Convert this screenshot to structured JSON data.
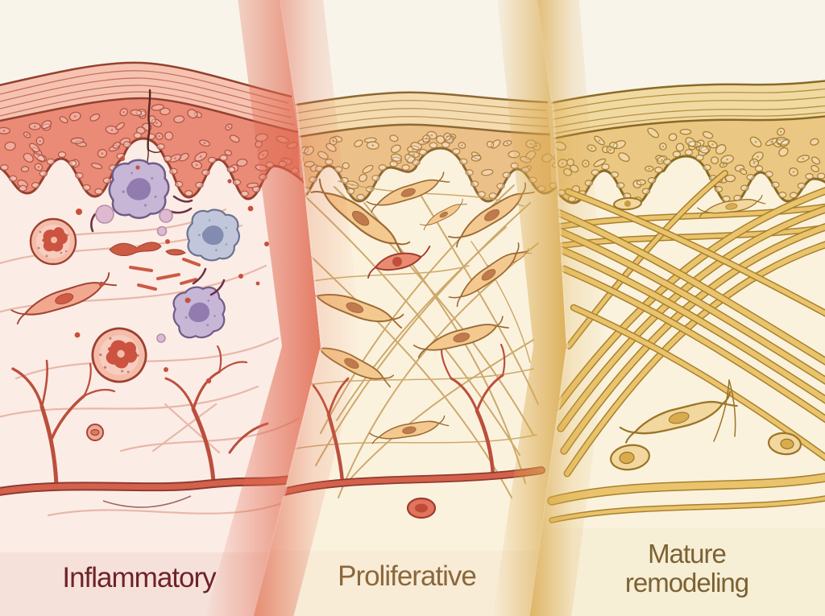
{
  "diagram": {
    "subject": "Skin wound healing phases - cross-section illustration",
    "background_color": "#f8f4ea"
  },
  "phases": [
    {
      "id": "inflammatory",
      "label": "Inflammatory",
      "label_color": "#6e2328",
      "strip_color": "#f6e1da",
      "theme": {
        "dermis": "#fcece6",
        "epidermis": "#e98b76",
        "corneum": "#f6c3b1",
        "corneum_lines": "#c4685a",
        "outline": "#96402f",
        "cell_outline": "#b55546",
        "fiber": "#e4af9f",
        "vessel": "#d4614b",
        "vessel_outline": "#8e3b30",
        "vessel_branch": "#bb4f3c",
        "edge_glow": "#e0694f"
      },
      "cells": {
        "mp_body": "#c7b6d6",
        "mp_line": "#6f5c88",
        "mp_nuc": "#8f78ad",
        "mp2_body": "#c1c6da",
        "mp2_line": "#6b7391",
        "mp2_nuc": "#7e88ae",
        "nf_body": "#f5bcaa",
        "nf_line": "#9c4130",
        "nf_nuc": "#cb5340",
        "fb_body": "#f2a88f",
        "fb_line": "#a24536",
        "fb_nuc": "#cf5a45",
        "platelet": "#cb5b42",
        "rbc": "#c8503c",
        "purple_cell": "#dfb9cf",
        "dark_debris": "#6d3145"
      },
      "elements": [
        "stratum-corneum",
        "wounded-epidermis",
        "wound-crack",
        "macrophages",
        "neutrophils",
        "platelet-debris",
        "red-blood-cells",
        "fibroblast",
        "loose-collagen-fibers",
        "branching-blood-vessels"
      ]
    },
    {
      "id": "proliferative",
      "label": "Proliferative",
      "label_color": "#8a683a",
      "strip_color": "#f8ecd7",
      "theme": {
        "dermis": "#fbf2de",
        "epidermis": "#ecc189",
        "corneum": "#f4dcb0",
        "corneum_lines": "#b98f55",
        "outline": "#8f6832",
        "cell_outline": "#b08040",
        "fiber": "#c9a25f",
        "vessel": "#d4614b",
        "vessel_outline": "#8e3b30",
        "vessel_branch": "#bb4f3c",
        "edge_glow": "#d7a84a"
      },
      "cells": {
        "fb_body": "#f4c98f",
        "fb_line": "#9c6a33",
        "fb_nuc": "#c07a4d",
        "red_fb_body": "#e88b71",
        "red_fb_line": "#a03a2e",
        "red_fb_nuc": "#c14e3c",
        "rbc_body": "#e2745d",
        "rbc_nuc": "#bf4a38"
      },
      "elements": [
        "regenerating-epidermis",
        "fibroblasts",
        "new-collagen-fibers",
        "blood-vessel",
        "red-blood-cell"
      ]
    },
    {
      "id": "mature-remodeling",
      "label": "Mature remodeling",
      "label_lines": [
        "Mature",
        "remodeling"
      ],
      "label_color": "#7c6233",
      "strip_color": "#f7eed6",
      "theme": {
        "dermis": "#faf2dc",
        "epidermis": "#ebc784",
        "corneum": "#f1d9a2",
        "corneum_lines": "#ab842f",
        "outline": "#8a6a24",
        "cell_outline": "#a8812f",
        "bundle": "#e9c46c",
        "bundle_outline": "#a87f2c",
        "edge_glow": "#d9a94e"
      },
      "cells": {
        "fb_body": "#f2d79e",
        "fb_line": "#9a7428",
        "fb_nuc": "#d9ab4e"
      },
      "elements": [
        "mature-epidermis",
        "dense-collagen-bundles",
        "sparse-fibroblasts"
      ]
    }
  ]
}
